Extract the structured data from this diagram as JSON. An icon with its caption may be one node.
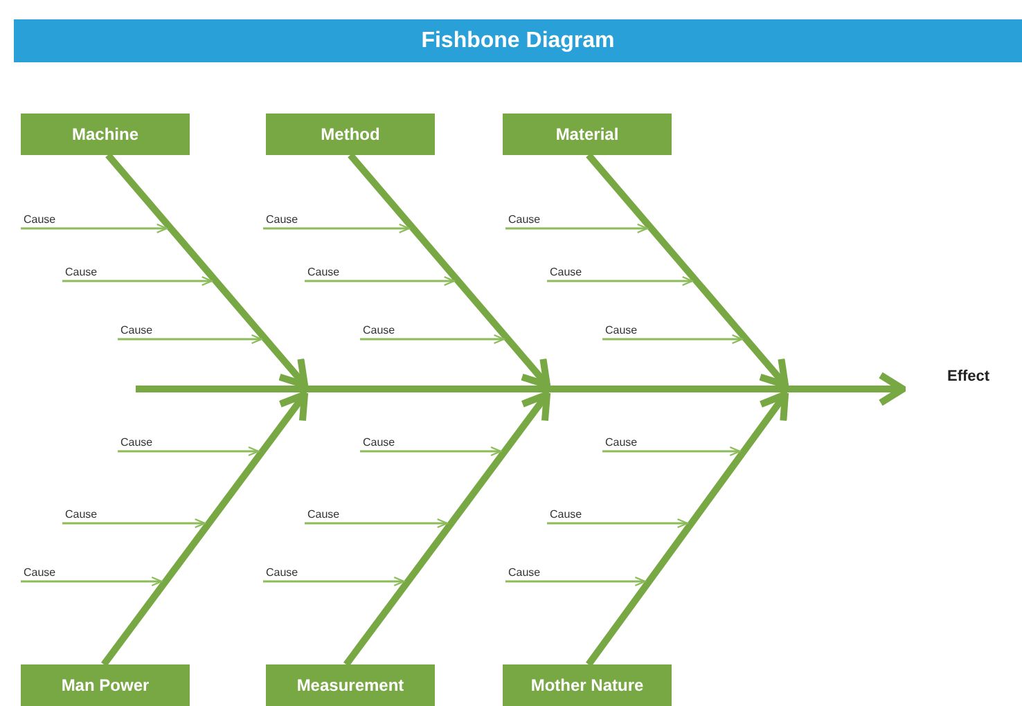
{
  "diagram": {
    "title": "Fishbone Diagram",
    "nodes": [
      {
        "text": [
          "Machine"
        ]
      },
      {
        "text": [
          "Method"
        ]
      },
      {
        "text": [
          "Material"
        ]
      },
      {
        "text": [
          "Man Power"
        ]
      },
      {
        "text": [
          "Measurement"
        ]
      },
      {
        "text": [
          "Mother Nature"
        ]
      },
      {
        "text": [
          "Effect"
        ]
      },
      {
        "text": [
          "Cause"
        ]
      },
      {
        "text": [
          "Cause"
        ]
      },
      {
        "text": [
          "Cause"
        ]
      },
      {
        "text": [
          "Cause"
        ]
      },
      {
        "text": [
          "Cause"
        ]
      },
      {
        "text": [
          "Cause"
        ]
      },
      {
        "text": [
          "Cause"
        ]
      },
      {
        "text": [
          "Cause"
        ]
      },
      {
        "text": [
          "Cause"
        ]
      },
      {
        "text": [
          "Cause"
        ]
      },
      {
        "text": [
          "Cause"
        ]
      },
      {
        "text": [
          "Cause"
        ]
      },
      {
        "text": [
          "Cause"
        ]
      },
      {
        "text": [
          "Cause"
        ]
      },
      {
        "text": [
          "Cause"
        ]
      },
      {
        "text": [
          "Cause"
        ]
      },
      {
        "text": [
          "Cause"
        ]
      },
      {
        "text": [
          "Cause"
        ]
      }
    ],
    "edges": [
      {
        "from": 0,
        "to": null,
        "arrow": "to",
        "style": "thick"
      },
      {
        "from": 1,
        "to": null,
        "arrow": "to",
        "style": "thick"
      },
      {
        "from": 2,
        "to": null,
        "arrow": "to",
        "style": "thick"
      },
      {
        "from": 3,
        "to": null,
        "arrow": "to",
        "style": "thick"
      },
      {
        "from": 4,
        "to": null,
        "arrow": "to",
        "style": "thick"
      },
      {
        "from": 5,
        "to": null,
        "arrow": "to",
        "style": "thick"
      },
      {
        "from": null,
        "to": 6,
        "arrow": "to",
        "style": "thick"
      },
      {
        "from": 7,
        "to": null,
        "arrow": "to"
      },
      {
        "from": 8,
        "to": null,
        "arrow": "to"
      },
      {
        "from": 9,
        "to": null,
        "arrow": "to"
      },
      {
        "from": 10,
        "to": null,
        "arrow": "to"
      },
      {
        "from": 11,
        "to": null,
        "arrow": "to"
      },
      {
        "from": 12,
        "to": null,
        "arrow": "to"
      },
      {
        "from": 13,
        "to": null,
        "arrow": "to"
      },
      {
        "from": 14,
        "to": null,
        "arrow": "to"
      },
      {
        "from": 15,
        "to": null,
        "arrow": "to"
      },
      {
        "from": 16,
        "to": null,
        "arrow": "to"
      },
      {
        "from": 17,
        "to": null,
        "arrow": "to"
      },
      {
        "from": 18,
        "to": null,
        "arrow": "to"
      },
      {
        "from": 19,
        "to": null,
        "arrow": "to"
      },
      {
        "from": 20,
        "to": null,
        "arrow": "to"
      },
      {
        "from": 21,
        "to": null,
        "arrow": "to"
      },
      {
        "from": 22,
        "to": null,
        "arrow": "to"
      },
      {
        "from": 23,
        "to": null,
        "arrow": "to"
      },
      {
        "from": 24,
        "to": null,
        "arrow": "to"
      }
    ]
  }
}
